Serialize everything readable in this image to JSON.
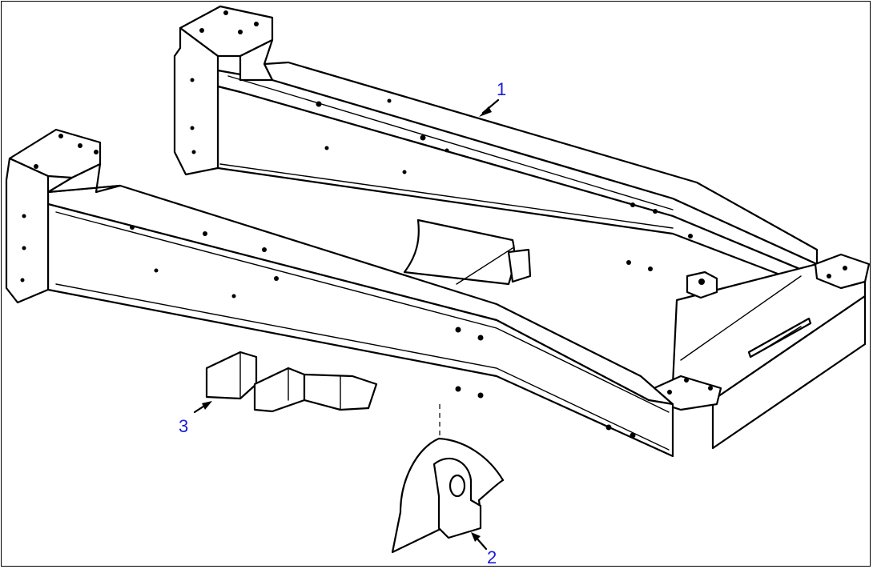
{
  "diagram": {
    "callouts": [
      {
        "id": "callout-1",
        "label": "1"
      },
      {
        "id": "callout-2",
        "label": "2"
      },
      {
        "id": "callout-3",
        "label": "3"
      }
    ],
    "colors": {
      "line": "#000000",
      "callout_text": "#1a1adb",
      "background": "#ffffff"
    }
  }
}
